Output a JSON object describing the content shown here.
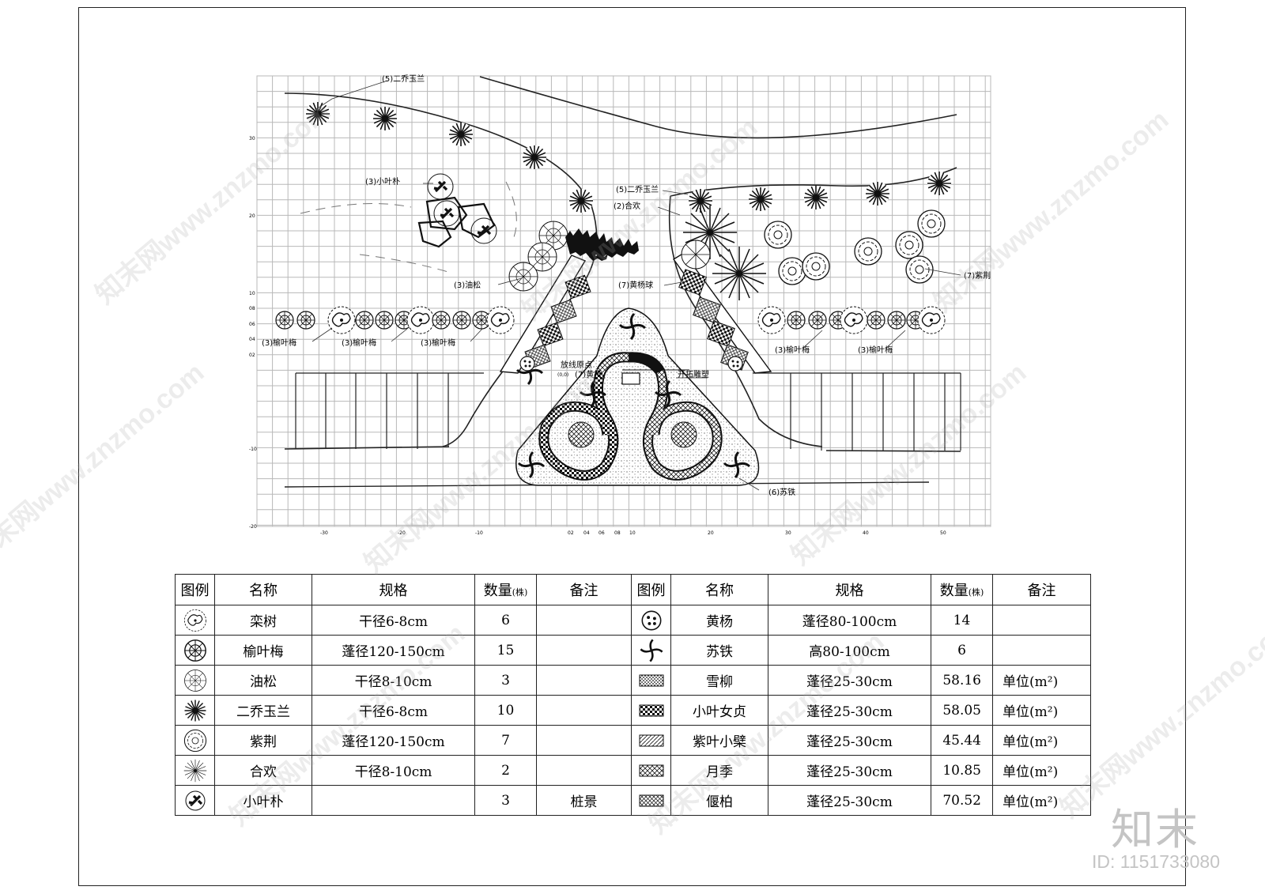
{
  "plan_labels": {
    "erqiao_top": "(5)二乔玉兰",
    "erqiao_right": "(5)二乔玉兰",
    "xiaoyepu": "(3)小叶朴",
    "hehuan": "(2)合欢",
    "yousong": "(3)油松",
    "huangyangqiu": "(7)黄杨球",
    "zijing": "(7)紫荆",
    "yuyemei_1": "(3)榆叶梅",
    "yuyemei_2": "(3)榆叶梅",
    "yuyemei_3": "(3)榆叶梅",
    "yuyemei_4": "(3)榆叶梅",
    "yuyemei_5": "(3)榆叶梅",
    "origin": "放线原点",
    "origin_coord": "(0,0)",
    "huangyang_origin": "(7)黄杨",
    "sculpture": "开拓雕塑",
    "sutie": "(6)苏铁"
  },
  "axis_y": [
    "30",
    "20",
    "10",
    "08",
    "06",
    "04",
    "02",
    "-10",
    "-20"
  ],
  "axis_x": [
    "-30",
    "-20",
    "-10",
    "02",
    "04",
    "06",
    "08",
    "10",
    "20",
    "30",
    "40",
    "50"
  ],
  "legend": {
    "headers": {
      "legend": "图例",
      "name": "名称",
      "spec": "规格",
      "qty": "数量",
      "qty_unit": "(株)",
      "note": "备注"
    },
    "left_rows": [
      {
        "icon": "luan-tree-icon",
        "name": "栾树",
        "spec": "干径6-8cm",
        "qty": "6",
        "note": ""
      },
      {
        "icon": "yuyemei-icon",
        "name": "榆叶梅",
        "spec": "蓬径120-150cm",
        "qty": "15",
        "note": ""
      },
      {
        "icon": "pine-icon",
        "name": "油松",
        "spec": "干径8-10cm",
        "qty": "3",
        "note": ""
      },
      {
        "icon": "magnolia-icon",
        "name": "二乔玉兰",
        "spec": "干径6-8cm",
        "qty": "10",
        "note": ""
      },
      {
        "icon": "redbud-icon",
        "name": "紫荆",
        "spec": "蓬径120-150cm",
        "qty": "7",
        "note": ""
      },
      {
        "icon": "albizia-icon",
        "name": "合欢",
        "spec": "干径8-10cm",
        "qty": "2",
        "note": ""
      },
      {
        "icon": "hackberry-icon",
        "name": "小叶朴",
        "spec": "",
        "qty": "3",
        "note": "桩景"
      }
    ],
    "right_rows": [
      {
        "icon": "boxwood-icon",
        "name": "黄杨",
        "spec": "蓬径80-100cm",
        "qty": "14",
        "note": ""
      },
      {
        "icon": "cycad-icon",
        "name": "苏铁",
        "spec": "高80-100cm",
        "qty": "6",
        "note": ""
      },
      {
        "icon": "hatch-dense-icon",
        "name": "雪柳",
        "spec": "蓬径25-30cm",
        "qty": "58.16",
        "note": "单位(m²)"
      },
      {
        "icon": "hatch-check-icon",
        "name": "小叶女贞",
        "spec": "蓬径25-30cm",
        "qty": "58.05",
        "note": "单位(m²)"
      },
      {
        "icon": "hatch-diag-icon",
        "name": "紫叶小檗",
        "spec": "蓬径25-30cm",
        "qty": "45.44",
        "note": "单位(m²)"
      },
      {
        "icon": "hatch-weave-icon",
        "name": "月季",
        "spec": "蓬径25-30cm",
        "qty": "10.85",
        "note": "单位(m²)"
      },
      {
        "icon": "hatch-cross-icon",
        "name": "偃柏",
        "spec": "蓬径25-30cm",
        "qty": "70.52",
        "note": "单位(m²)"
      }
    ]
  },
  "watermark": {
    "repeat_text": "知末网www.znzmo.com",
    "logo": "知末",
    "id": "ID: 1151733080"
  }
}
